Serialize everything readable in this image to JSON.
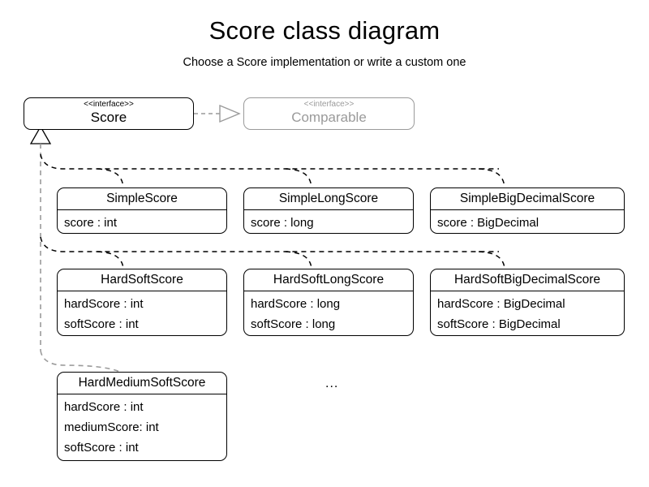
{
  "diagram": {
    "title": "Score class diagram",
    "subtitle": "Choose a Score implementation or write a custom one",
    "ellipsis": "...",
    "colors": {
      "stroke": "#000000",
      "muted": "#9a9a9a",
      "background": "#ffffff"
    }
  },
  "interfaces": [
    {
      "stereotype": "<<interface>>",
      "name": "Score"
    },
    {
      "stereotype": "<<interface>>",
      "name": "Comparable"
    }
  ],
  "classes": [
    {
      "name": "SimpleScore",
      "attributes": [
        "score : int"
      ]
    },
    {
      "name": "SimpleLongScore",
      "attributes": [
        "score : long"
      ]
    },
    {
      "name": "SimpleBigDecimalScore",
      "attributes": [
        "score : BigDecimal"
      ]
    },
    {
      "name": "HardSoftScore",
      "attributes": [
        "hardScore : int",
        "softScore : int"
      ]
    },
    {
      "name": "HardSoftLongScore",
      "attributes": [
        "hardScore : long",
        "softScore : long"
      ]
    },
    {
      "name": "HardSoftBigDecimalScore",
      "attributes": [
        "hardScore : BigDecimal",
        "softScore : BigDecimal"
      ]
    },
    {
      "name": "HardMediumSoftScore",
      "attributes": [
        "hardScore : int",
        "mediumScore: int",
        "softScore : int"
      ]
    }
  ]
}
